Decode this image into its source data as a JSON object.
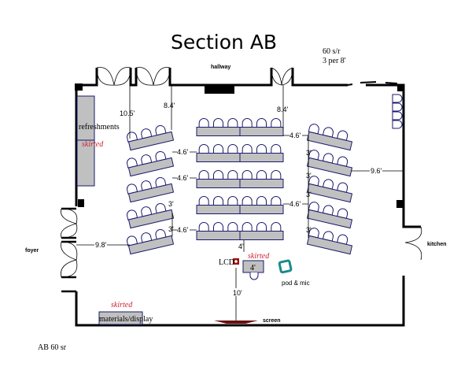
{
  "title": "Section AB",
  "capacity_note": {
    "line1": "60 s/r",
    "line2": "3 per 8'"
  },
  "rooms": {
    "hallway": "hallway",
    "foyer": "foyer",
    "kitchen": "kitchen"
  },
  "items": {
    "refreshments": "refreshments",
    "refreshments_note": "skirted",
    "materials": "materials/display",
    "materials_note": "skirted",
    "lcd": "LCD",
    "podium_note": "skirted",
    "podium_size": "4'",
    "pod_mic": "pod & mic",
    "screen": "screen"
  },
  "dimensions": {
    "left_door_gap": "10.5'",
    "left_aisle_top": "8.4'",
    "right_aisle_top": "8.4'",
    "aisle_left": "4.6'",
    "aisle_right": "4.6'",
    "row_gap": "3'",
    "right_wall": "9.6'",
    "left_wall": "9.8'",
    "podium_gap": "4'",
    "screen_gap": "10'"
  },
  "footer": "AB 60 sr",
  "colors": {
    "skirted": "#cc2233",
    "podium_accent": "#1a8a8a",
    "lcd": "#a01010",
    "screen": "#6b0f0f",
    "table": "#c0c0c0"
  }
}
